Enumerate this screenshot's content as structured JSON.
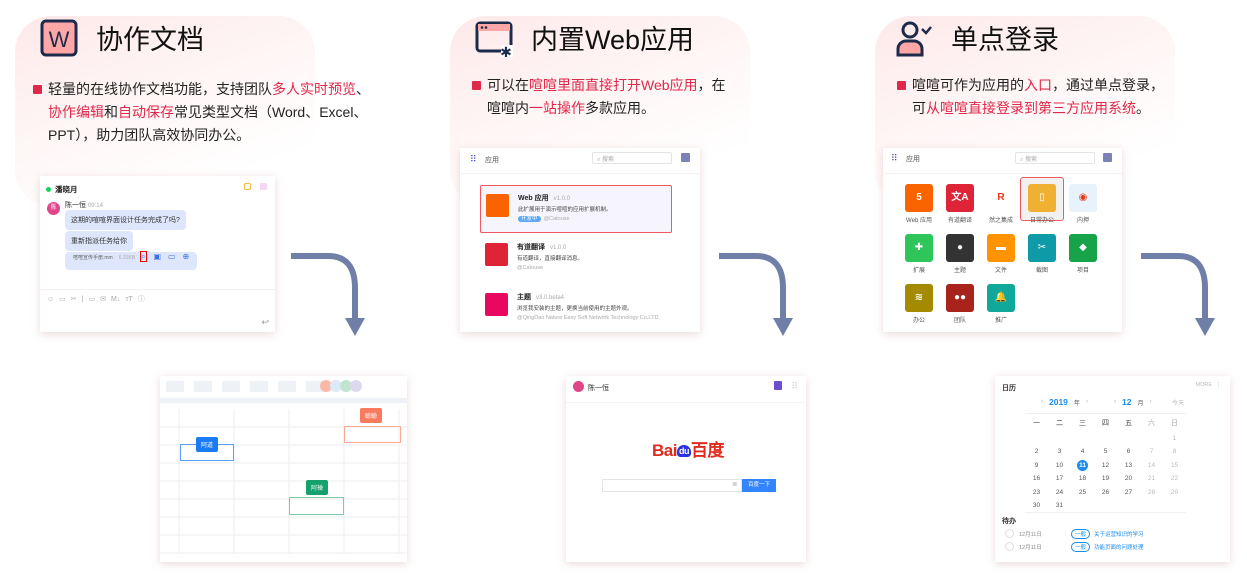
{
  "accent": "#e0284a",
  "features": [
    {
      "title": "协作文档",
      "icon": "word-doc-icon",
      "desc": [
        {
          "t": "轻量的在线协作文档功能，支持团队"
        },
        {
          "t": "多人实时预览",
          "hl": true
        },
        {
          "t": "、"
        },
        {
          "t": "协作编辑",
          "hl": true
        },
        {
          "t": "和"
        },
        {
          "t": "自动保存",
          "hl": true
        },
        {
          "t": "常见类型文档（Word、Excel、PPT），助力团队高效协同办公。"
        }
      ]
    },
    {
      "title": "内置Web应用",
      "icon": "browser-window-icon",
      "desc": [
        {
          "t": "可以在"
        },
        {
          "t": "喧喧里面直接打开Web应用",
          "hl": true
        },
        {
          "t": "，在喧喧内"
        },
        {
          "t": "一站操作",
          "hl": true
        },
        {
          "t": "多款应用。"
        }
      ]
    },
    {
      "title": "单点登录",
      "icon": "user-check-icon",
      "desc": [
        {
          "t": "喧喧可作为应用的"
        },
        {
          "t": "入口",
          "hl": true
        },
        {
          "t": "，通过单点登录，可"
        },
        {
          "t": "从喧喧直接登录到第三方应用系统",
          "hl": true
        },
        {
          "t": "。"
        }
      ]
    }
  ],
  "chat": {
    "contact": "潘晓月",
    "sender": "陈一恒",
    "avatar": "陈",
    "time": "09:14",
    "messages": [
      "这期的喧喧界面设计任务完成了吗?",
      "重新指派任务给你"
    ],
    "file": {
      "name": "喧喧宣传手册.mm",
      "size": "6.31KB"
    }
  },
  "sheet": {
    "users": [
      {
        "label": "阿道",
        "color": "#1a7cf5"
      },
      {
        "label": "聪聪",
        "color": "#fa7a5f"
      },
      {
        "label": "阿禅",
        "color": "#16a06b"
      }
    ]
  },
  "apps_list": {
    "header": "应用",
    "search_placeholder": "搜索",
    "items": [
      {
        "name": "Web 应用",
        "version": "v1.0.0",
        "desc": "此扩展用于演示喧喧的应用扩展机制。",
        "badge": "开发中",
        "author": "@Catouse",
        "color": "#fa6400",
        "icon": "html5-icon"
      },
      {
        "name": "有道翻译",
        "version": "v1.0.0",
        "desc": "有道翻译，直接翻译消息。",
        "author": "@Catouse",
        "color": "#e02437",
        "icon": "translate-icon"
      },
      {
        "name": "主题",
        "version": "v3.0.beta4",
        "desc": "浏览我安装的主题，更换当前使用的主题外观。",
        "author": "@QingDao Nature Easy Soft Network Technology Co,LTD.",
        "color": "#e8085f",
        "icon": "bulb-icon"
      }
    ]
  },
  "browser": {
    "user": "陈一恒",
    "logo": "Bai du 百度",
    "button": "百度一下"
  },
  "apps_grid": {
    "header": "应用",
    "search_placeholder": "搜索",
    "items": [
      {
        "name": "Web 应用",
        "color": "#fa6400",
        "glyph": "5"
      },
      {
        "name": "有道翻译",
        "color": "#e02437",
        "glyph": "文A"
      },
      {
        "name": "然之集成",
        "color": "#ffffff",
        "glyph": "R"
      },
      {
        "name": "日常办公",
        "color": "#f0b132",
        "glyph": "▯"
      },
      {
        "name": "内押",
        "color": "#e8f2fb",
        "glyph": "◉"
      },
      {
        "name": "扩展",
        "color": "#2ec55a",
        "glyph": "✚"
      },
      {
        "name": "主题",
        "color": "#333333",
        "glyph": "●"
      },
      {
        "name": "文件",
        "color": "#ff9400",
        "glyph": "▬"
      },
      {
        "name": "截图",
        "color": "#0e9aa7",
        "glyph": "✂"
      },
      {
        "name": "项目",
        "color": "#16a34a",
        "glyph": "◆"
      },
      {
        "name": "办公",
        "color": "#a38a00",
        "glyph": "≋"
      },
      {
        "name": "团队",
        "color": "#a8231a",
        "glyph": "●●"
      },
      {
        "name": "推广",
        "color": "#10a89a",
        "glyph": "🔔"
      }
    ]
  },
  "calendar": {
    "title": "日历",
    "more": "MORE",
    "year": "2019",
    "year_unit": "年",
    "month": "12",
    "month_unit": "月",
    "today": "今天",
    "weekdays": [
      "一",
      "二",
      "三",
      "四",
      "五",
      "六",
      "日"
    ],
    "selected": 11,
    "todo_title": "待办",
    "todos": [
      {
        "date": "12月11日",
        "tag": "一般",
        "text": "关于运营知识的学习"
      },
      {
        "date": "12月11日",
        "tag": "一般",
        "text": "功能页面的问题处理"
      }
    ]
  }
}
